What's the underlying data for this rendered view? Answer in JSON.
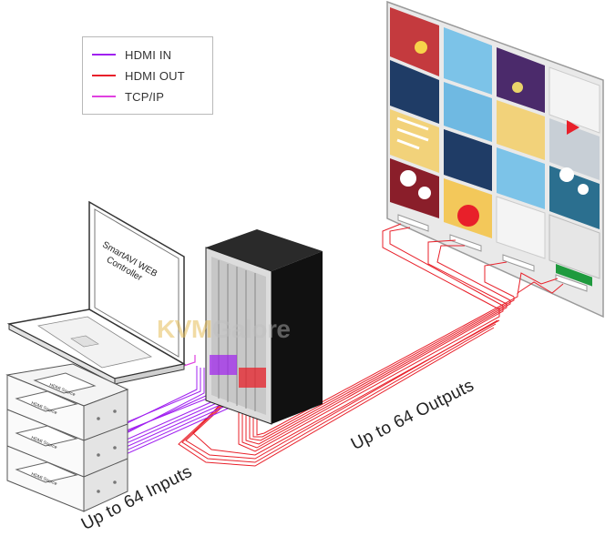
{
  "legend": {
    "items": [
      {
        "label": "HDMI IN",
        "color": "#a020f0"
      },
      {
        "label": "HDMI OUT",
        "color": "#e8202a"
      },
      {
        "label": "TCP/IP",
        "color": "#e040e0"
      }
    ]
  },
  "laptop": {
    "line1": "SmartAVI WEB",
    "line2": "Controller"
  },
  "source_label": "HDMI Source",
  "captions": {
    "inputs": "Up to 64 Inputs",
    "outputs": "Up to 64 Outputs"
  },
  "watermark": {
    "part1": "KVM",
    "part2": "Galore"
  }
}
